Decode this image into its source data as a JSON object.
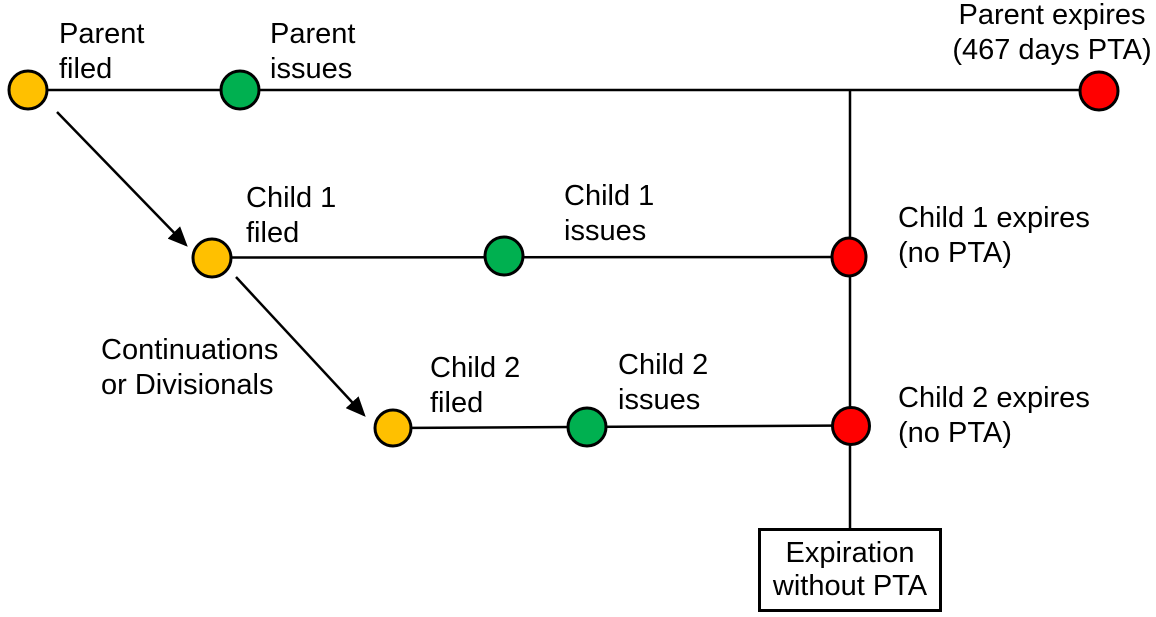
{
  "colors": {
    "filed_node": "#FFC000",
    "issued_node": "#00B050",
    "expired_node": "#FF0000",
    "line": "#000000",
    "background": "#FFFFFF"
  },
  "labels": {
    "parent_filed": {
      "line1": "Parent",
      "line2": "filed"
    },
    "parent_issues": {
      "line1": "Parent",
      "line2": "issues"
    },
    "parent_expires": {
      "line1": "Parent expires",
      "line2": "(467 days PTA)"
    },
    "child1_filed": {
      "line1": "Child 1",
      "line2": "filed"
    },
    "child1_issues": {
      "line1": "Child 1",
      "line2": "issues"
    },
    "child1_expires": {
      "line1": "Child 1 expires",
      "line2": "(no PTA)"
    },
    "continuations": {
      "line1": "Continuations",
      "line2": "or Divisionals"
    },
    "child2_filed": {
      "line1": "Child 2",
      "line2": "filed"
    },
    "child2_issues": {
      "line1": "Child 2",
      "line2": "issues"
    },
    "child2_expires": {
      "line1": "Child 2 expires",
      "line2": "(no PTA)"
    },
    "expiration_box": {
      "line1": "Expiration",
      "line2": "without PTA"
    }
  }
}
